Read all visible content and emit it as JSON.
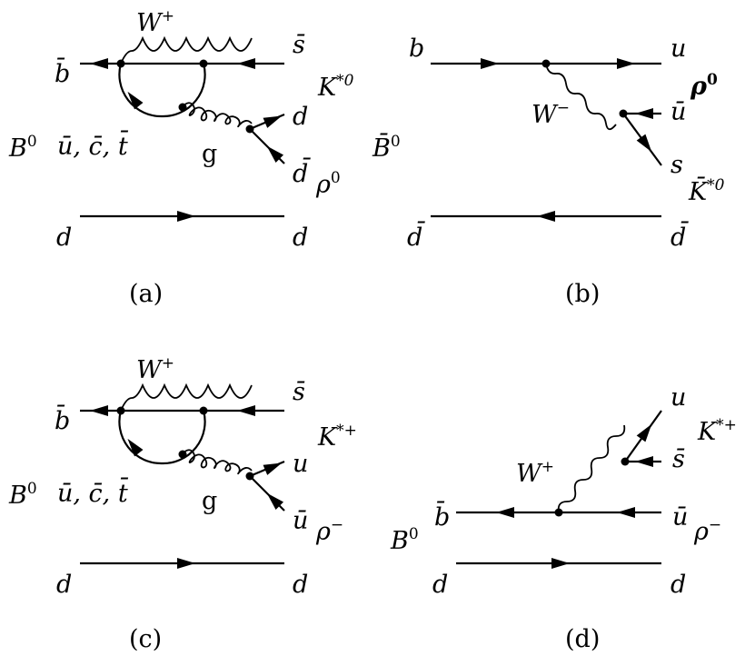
{
  "diagrams": {
    "a": {
      "caption": "(a)",
      "meson_in": "B",
      "meson_in_sup": "0",
      "top_left": "b̄",
      "top_right": "s̄",
      "boson": "W",
      "boson_sup": "+",
      "loop": "ū, c̄, t̄",
      "gluon": "g",
      "out1": "d",
      "out2": "d̄",
      "meson_out1": "K",
      "meson_out1_sup": "*0",
      "meson_out2": "ρ",
      "meson_out2_sup": "0",
      "spect_left": "d",
      "spect_right": "d"
    },
    "b": {
      "caption": "(b)",
      "meson_in": "B̄",
      "meson_in_sup": "0",
      "top_left": "b",
      "top_right": "u",
      "boson": "W",
      "boson_sup": "−",
      "out1": "ū",
      "out2": "s",
      "meson_out1": "ρ",
      "meson_out1_sup": "0",
      "meson_out2": "K̄",
      "meson_out2_sup": "*0",
      "spect_left": "d̄",
      "spect_right": "d̄"
    },
    "c": {
      "caption": "(c)",
      "meson_in": "B",
      "meson_in_sup": "0",
      "top_left": "b̄",
      "top_right": "s̄",
      "boson": "W",
      "boson_sup": "+",
      "loop": "ū, c̄, t̄",
      "gluon": "g",
      "out1": "u",
      "out2": "ū",
      "meson_out1": "K",
      "meson_out1_sup": "*+",
      "meson_out2": "ρ",
      "meson_out2_sup": "−",
      "spect_left": "d",
      "spect_right": "d"
    },
    "d": {
      "caption": "(d)",
      "meson_in": "B",
      "meson_in_sup": "0",
      "left_quark": "b̄",
      "boson": "W",
      "boson_sup": "+",
      "out_top": "u",
      "out_mid": "s̄",
      "out_right": "ū",
      "meson_out1": "K",
      "meson_out1_sup": "*+",
      "meson_out2": "ρ",
      "meson_out2_sup": "−",
      "spect_left": "d",
      "spect_right": "d"
    }
  }
}
